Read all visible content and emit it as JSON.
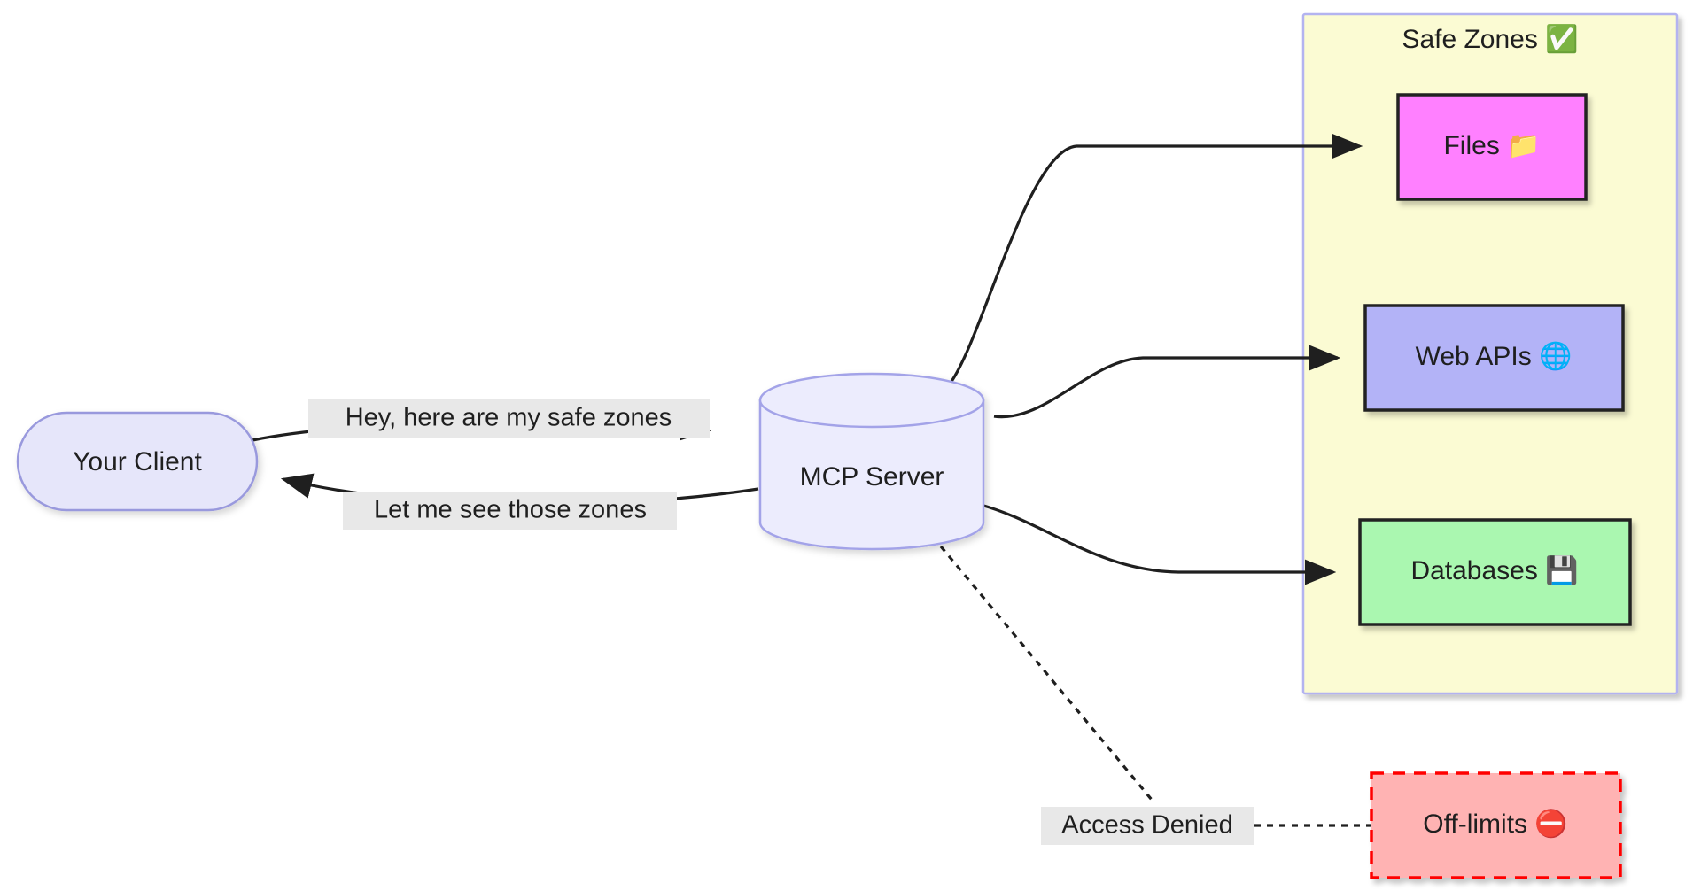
{
  "diagram": {
    "type": "flowchart",
    "background": "#ffffff",
    "nodes": [
      {
        "id": "client",
        "label": "Your Client",
        "shape": "stadium",
        "fill": "#e6e6fa",
        "stroke": "#9999dd"
      },
      {
        "id": "server",
        "label": "MCP Server",
        "shape": "cylinder",
        "fill": "#ececfd",
        "stroke": "#a3a3e8"
      },
      {
        "id": "files",
        "label": "Files 📁",
        "shape": "rect",
        "fill": "#ff80ff",
        "stroke": "#222222"
      },
      {
        "id": "webapis",
        "label": "Web APIs 🌐",
        "shape": "rect",
        "fill": "#b3b3f7",
        "stroke": "#222222"
      },
      {
        "id": "databases",
        "label": "Databases 💾",
        "shape": "rect",
        "fill": "#aaf7b0",
        "stroke": "#222222"
      },
      {
        "id": "offlimits",
        "label": "Off-limits ⛔",
        "shape": "rect-dashed",
        "fill": "#ffb3b3",
        "stroke": "#ff0000"
      }
    ],
    "subgraph": {
      "id": "safe-zones",
      "title": "Safe Zones ✅",
      "fill": "#fbfbd3",
      "stroke": "#b3b3f0"
    },
    "edges": [
      {
        "id": "client-to-server",
        "from": "client",
        "to": "server",
        "label": "Hey, here are my safe zones",
        "style": "solid",
        "arrow": "end"
      },
      {
        "id": "server-to-client",
        "from": "server",
        "to": "client",
        "label": "Let me see those zones",
        "style": "solid",
        "arrow": "end"
      },
      {
        "id": "server-to-files",
        "from": "server",
        "to": "files",
        "label": "",
        "style": "solid",
        "arrow": "end"
      },
      {
        "id": "server-to-webapis",
        "from": "server",
        "to": "webapis",
        "label": "",
        "style": "solid",
        "arrow": "end"
      },
      {
        "id": "server-to-databases",
        "from": "server",
        "to": "databases",
        "label": "",
        "style": "solid",
        "arrow": "end"
      },
      {
        "id": "server-to-offlimits",
        "from": "server",
        "to": "offlimits",
        "label": "Access Denied",
        "style": "dotted",
        "arrow": "none"
      }
    ]
  }
}
